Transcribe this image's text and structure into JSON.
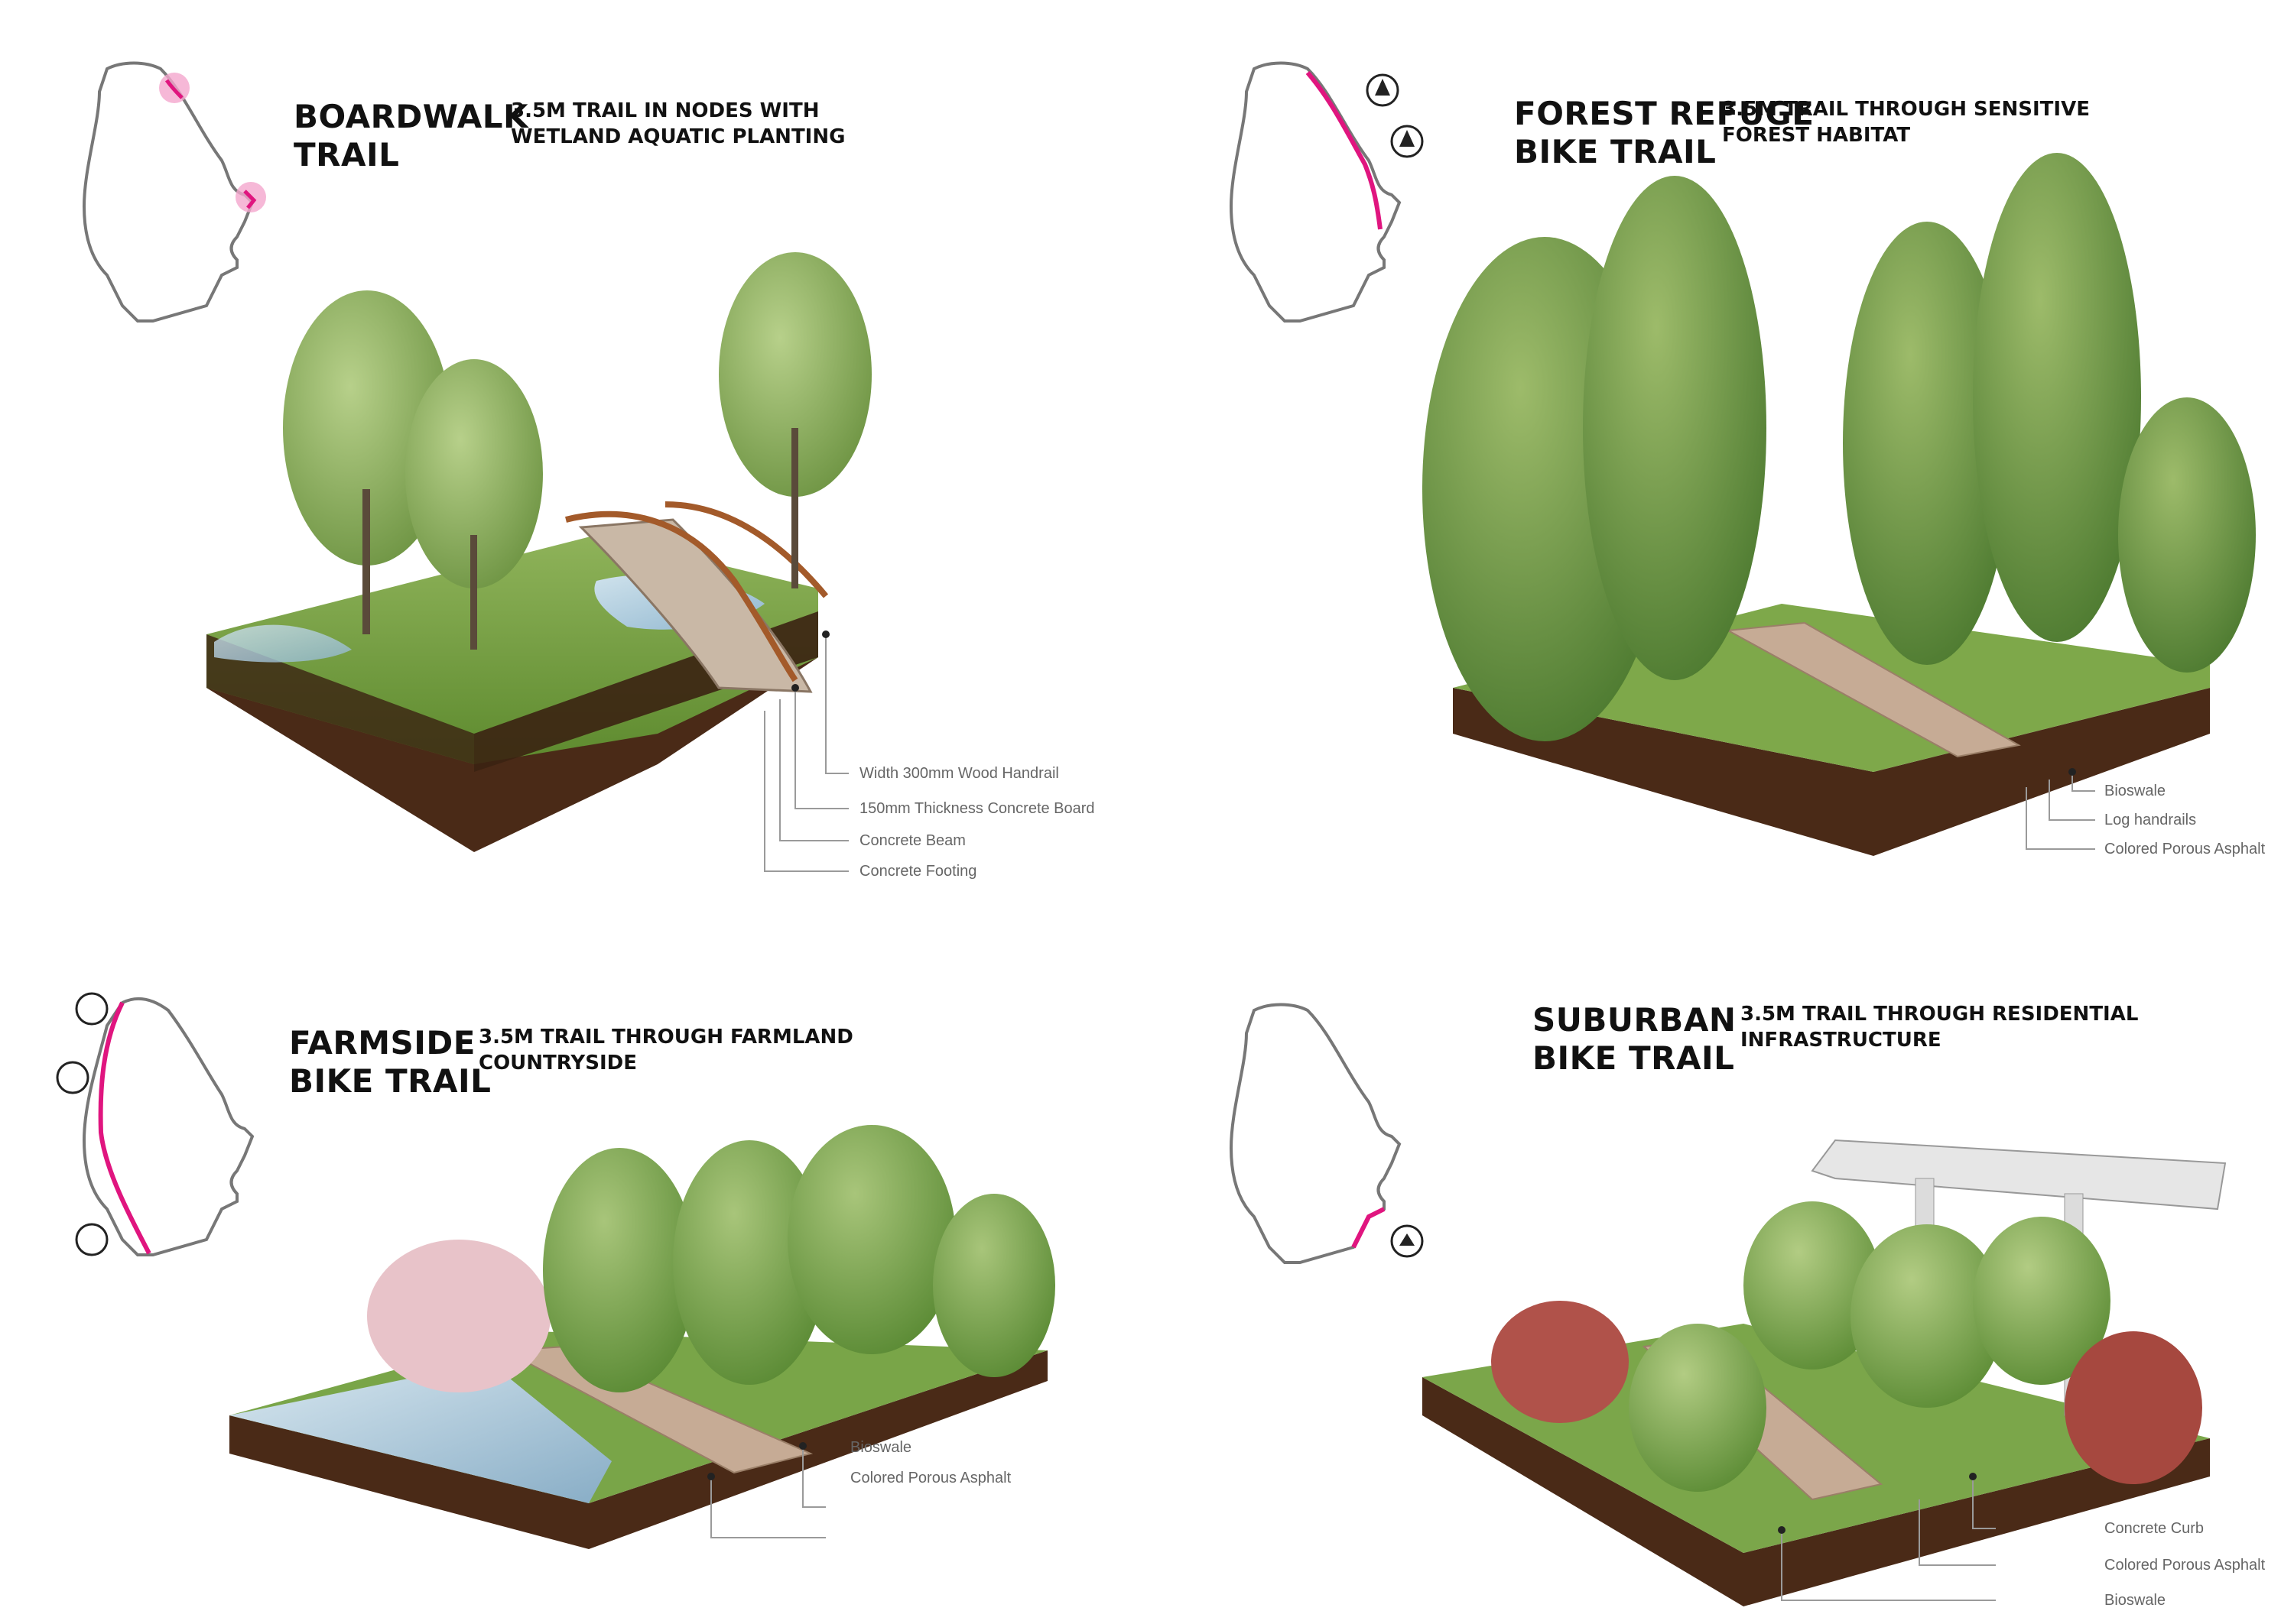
{
  "panels": {
    "boardwalk": {
      "title_lines": [
        "BOARDWALK",
        "TRAIL"
      ],
      "subtitle_lines": [
        "3.5M TRAIL IN NODES WITH",
        "WETLAND AQUATIC PLANTING"
      ],
      "labels": [
        "Width 300mm Wood Handrail",
        "150mm Thickness Concrete Board",
        "Concrete Beam",
        "Concrete Footing"
      ]
    },
    "forest": {
      "title_lines": [
        "FOREST REFUGE",
        "BIKE TRAIL"
      ],
      "subtitle_lines": [
        "3.5M TRAIL THROUGH SENSITIVE",
        "FOREST HABITAT"
      ],
      "labels": [
        "Bioswale",
        "Log handrails",
        "Colored Porous Asphalt"
      ]
    },
    "farmside": {
      "title_lines": [
        "FARMSIDE",
        "BIKE TRAIL"
      ],
      "subtitle_lines": [
        "3.5M TRAIL THROUGH FARMLAND",
        "COUNTRYSIDE"
      ],
      "labels": [
        "Bioswale",
        "Colored Porous Asphalt"
      ]
    },
    "suburban": {
      "title_lines": [
        "SUBURBAN",
        "BIKE TRAIL"
      ],
      "subtitle_lines": [
        "3.5M TRAIL THROUGH RESIDENTIAL",
        "INFRASTRUCTURE"
      ],
      "labels": [
        "Concrete Curb",
        "Colored Porous Asphalt",
        "Bioswale"
      ]
    }
  },
  "colors": {
    "trail_highlight": "#e0157f",
    "highlight_circle": "#f4a6cd",
    "map_outline": "#777777",
    "soil": "#4a2a17",
    "grass": "#6f9a3a",
    "water": "#9fc3da"
  },
  "icons": {
    "forest": [
      "tree-icon",
      "tree-icon"
    ],
    "farmside": [
      "farm-icon",
      "farm-icon",
      "farm-icon"
    ],
    "suburban": [
      "house-icon"
    ]
  }
}
